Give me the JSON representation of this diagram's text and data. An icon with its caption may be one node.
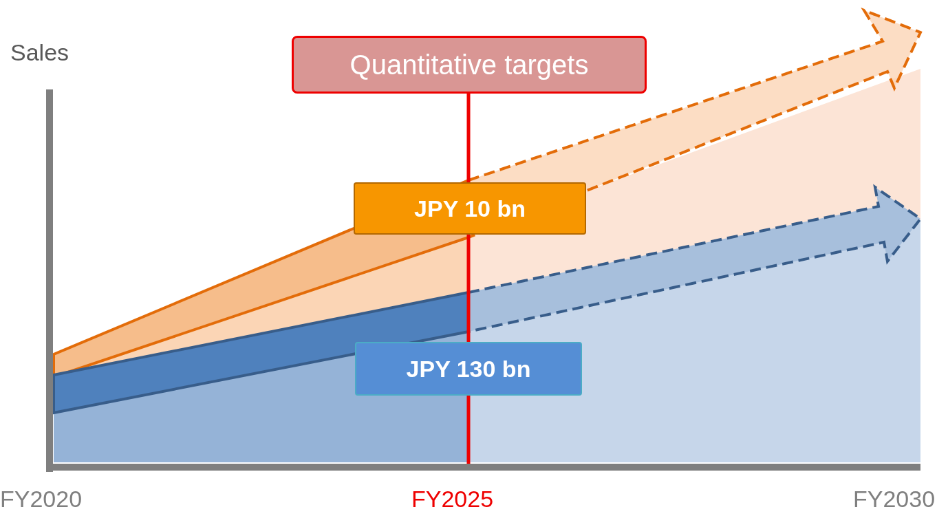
{
  "diagram": {
    "nodes": [
      {
        "text": [
          "Quantitative targets"
        ]
      },
      {
        "text": [
          "JPY 10 bn"
        ]
      },
      {
        "text": [
          "JPY 130 bn"
        ]
      }
    ],
    "labels": [
      "Sales",
      "FY2020",
      "FY2025",
      "FY2030"
    ]
  }
}
